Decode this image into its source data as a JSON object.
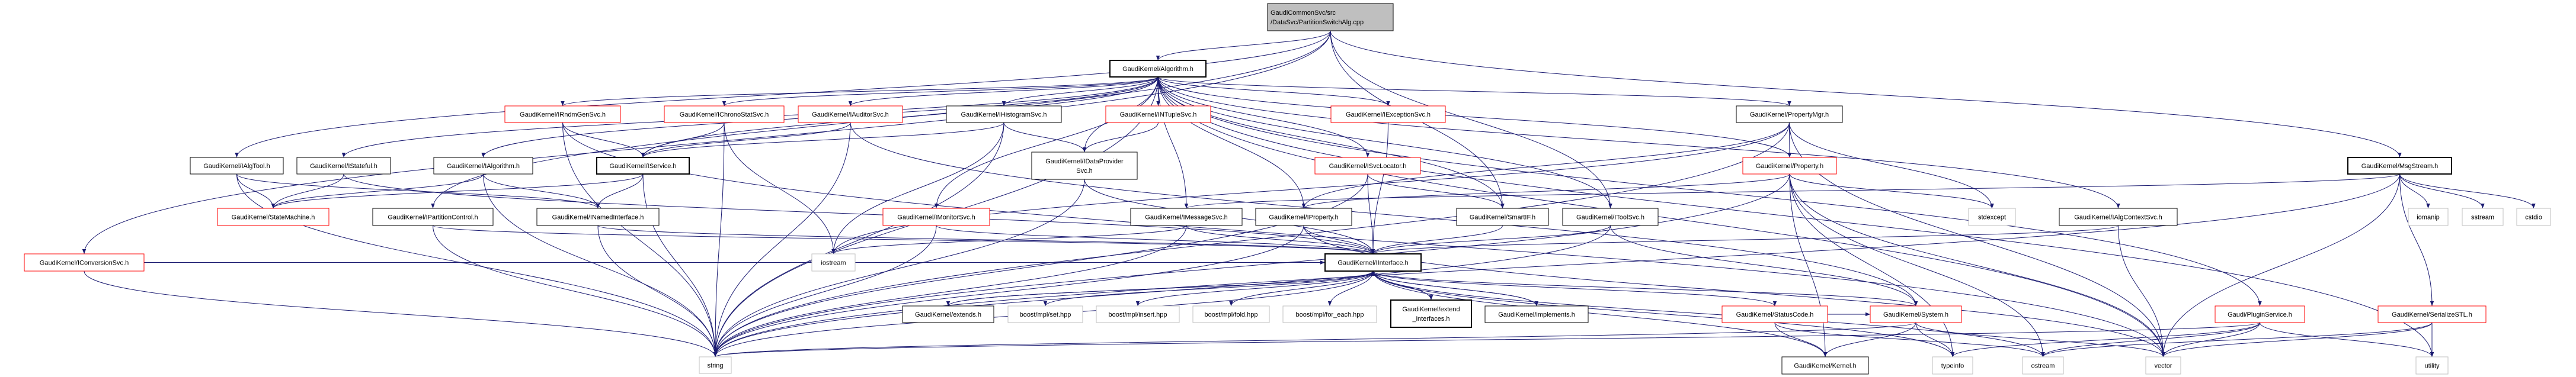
{
  "colors": {
    "edge": "#191970",
    "red_border": "#ff0000",
    "gray_border": "#bfbfbf",
    "root_fill": "#bfbfbf"
  },
  "nodes": [
    {
      "id": "root",
      "style": "root",
      "lines": [
        "GaudiCommonSvc/src",
        "/DataSvc/PartitionSwitchAlg.cpp"
      ]
    },
    {
      "id": "Algorithm",
      "style": "thick",
      "lines": [
        "GaudiKernel/Algorithm.h"
      ]
    },
    {
      "id": "IRndmGenSvc",
      "style": "red",
      "lines": [
        "GaudiKernel/IRndmGenSvc.h"
      ]
    },
    {
      "id": "IChronoStatSvc",
      "style": "red",
      "lines": [
        "GaudiKernel/IChronoStatSvc.h"
      ]
    },
    {
      "id": "IAuditorSvc",
      "style": "red",
      "lines": [
        "GaudiKernel/IAuditorSvc.h"
      ]
    },
    {
      "id": "IHistogramSvc",
      "style": "normal",
      "lines": [
        "GaudiKernel/IHistogramSvc.h"
      ]
    },
    {
      "id": "INTupleSvc",
      "style": "red",
      "lines": [
        "GaudiKernel/INTupleSvc.h"
      ]
    },
    {
      "id": "IExceptionSvc",
      "style": "red",
      "lines": [
        "GaudiKernel/IExceptionSvc.h"
      ]
    },
    {
      "id": "PropertyMgr",
      "style": "normal",
      "lines": [
        "GaudiKernel/PropertyMgr.h"
      ]
    },
    {
      "id": "IAlgTool",
      "style": "normal",
      "lines": [
        "GaudiKernel/IAlgTool.h"
      ]
    },
    {
      "id": "IStateful",
      "style": "normal",
      "lines": [
        "GaudiKernel/IStateful.h"
      ]
    },
    {
      "id": "IAlgorithm",
      "style": "normal",
      "lines": [
        "GaudiKernel/IAlgorithm.h"
      ]
    },
    {
      "id": "IService",
      "style": "thick",
      "lines": [
        "GaudiKernel/IService.h"
      ]
    },
    {
      "id": "IDataProviderSvc",
      "style": "normal",
      "lines": [
        "GaudiKernel/IDataProvider",
        "Svc.h"
      ]
    },
    {
      "id": "ISvcLocator",
      "style": "red",
      "lines": [
        "GaudiKernel/ISvcLocator.h"
      ]
    },
    {
      "id": "Property",
      "style": "red",
      "lines": [
        "GaudiKernel/Property.h"
      ]
    },
    {
      "id": "MsgStream",
      "style": "thick",
      "lines": [
        "GaudiKernel/MsgStream.h"
      ]
    },
    {
      "id": "StateMachine",
      "style": "red",
      "lines": [
        "GaudiKernel/StateMachine.h"
      ]
    },
    {
      "id": "IPartitionControl",
      "style": "normal",
      "lines": [
        "GaudiKernel/IPartitionControl.h"
      ]
    },
    {
      "id": "INamedInterface",
      "style": "normal",
      "lines": [
        "GaudiKernel/INamedInterface.h"
      ]
    },
    {
      "id": "IMonitorSvc",
      "style": "red",
      "lines": [
        "GaudiKernel/IMonitorSvc.h"
      ]
    },
    {
      "id": "IMessageSvc",
      "style": "normal",
      "lines": [
        "GaudiKernel/IMessageSvc.h"
      ]
    },
    {
      "id": "IProperty",
      "style": "normal",
      "lines": [
        "GaudiKernel/IProperty.h"
      ]
    },
    {
      "id": "SmartIF",
      "style": "normal",
      "lines": [
        "GaudiKernel/SmartIF.h"
      ]
    },
    {
      "id": "IToolSvc",
      "style": "normal",
      "lines": [
        "GaudiKernel/IToolSvc.h"
      ]
    },
    {
      "id": "stdexcept",
      "style": "gray",
      "lines": [
        "stdexcept"
      ]
    },
    {
      "id": "IAlgContextSvc",
      "style": "normal",
      "lines": [
        "GaudiKernel/IAlgContextSvc.h"
      ]
    },
    {
      "id": "iomanip",
      "style": "gray",
      "lines": [
        "iomanip"
      ]
    },
    {
      "id": "sstream",
      "style": "gray",
      "lines": [
        "sstream"
      ]
    },
    {
      "id": "cstdio",
      "style": "gray",
      "lines": [
        "cstdio"
      ]
    },
    {
      "id": "IConversionSvc",
      "style": "red",
      "lines": [
        "GaudiKernel/IConversionSvc.h"
      ]
    },
    {
      "id": "iostream",
      "style": "gray",
      "lines": [
        "iostream"
      ]
    },
    {
      "id": "IInterface",
      "style": "thick",
      "lines": [
        "GaudiKernel/IInterface.h"
      ]
    },
    {
      "id": "extends",
      "style": "normal",
      "lines": [
        "GaudiKernel/extends.h"
      ]
    },
    {
      "id": "mpl_set",
      "style": "gray",
      "lines": [
        "boost/mpl/set.hpp"
      ]
    },
    {
      "id": "mpl_insert",
      "style": "gray",
      "lines": [
        "boost/mpl/insert.hpp"
      ]
    },
    {
      "id": "mpl_fold",
      "style": "gray",
      "lines": [
        "boost/mpl/fold.hpp"
      ]
    },
    {
      "id": "mpl_for_each",
      "style": "gray",
      "lines": [
        "boost/mpl/for_each.hpp"
      ]
    },
    {
      "id": "extend_interfaces",
      "style": "thick",
      "lines": [
        "GaudiKernel/extend",
        "_interfaces.h"
      ]
    },
    {
      "id": "implements",
      "style": "normal",
      "lines": [
        "GaudiKernel/implements.h"
      ]
    },
    {
      "id": "StatusCode",
      "style": "red",
      "lines": [
        "GaudiKernel/StatusCode.h"
      ]
    },
    {
      "id": "System",
      "style": "red",
      "lines": [
        "GaudiKernel/System.h"
      ]
    },
    {
      "id": "PluginService",
      "style": "red",
      "lines": [
        "Gaudi/PluginService.h"
      ]
    },
    {
      "id": "SerializeSTL",
      "style": "red",
      "lines": [
        "GaudiKernel/SerializeSTL.h"
      ]
    },
    {
      "id": "string",
      "style": "gray",
      "lines": [
        "string"
      ]
    },
    {
      "id": "Kernel",
      "style": "normal",
      "lines": [
        "GaudiKernel/Kernel.h"
      ]
    },
    {
      "id": "typeinfo",
      "style": "gray",
      "lines": [
        "typeinfo"
      ]
    },
    {
      "id": "ostream",
      "style": "gray",
      "lines": [
        "ostream"
      ]
    },
    {
      "id": "vector",
      "style": "gray",
      "lines": [
        "vector"
      ]
    },
    {
      "id": "utility",
      "style": "gray",
      "lines": [
        "utility"
      ]
    }
  ],
  "edges": [
    [
      "root",
      "Algorithm"
    ],
    [
      "root",
      "IAlgTool"
    ],
    [
      "root",
      "IConversionSvc"
    ],
    [
      "root",
      "IPartitionControl"
    ],
    [
      "root",
      "MsgStream"
    ],
    [
      "root",
      "SmartIF"
    ],
    [
      "root",
      "IToolSvc"
    ],
    [
      "Algorithm",
      "IRndmGenSvc"
    ],
    [
      "Algorithm",
      "IChronoStatSvc"
    ],
    [
      "Algorithm",
      "IAuditorSvc"
    ],
    [
      "Algorithm",
      "IHistogramSvc"
    ],
    [
      "Algorithm",
      "INTupleSvc"
    ],
    [
      "Algorithm",
      "IExceptionSvc"
    ],
    [
      "Algorithm",
      "PropertyMgr"
    ],
    [
      "Algorithm",
      "IStateful"
    ],
    [
      "Algorithm",
      "IAlgorithm"
    ],
    [
      "Algorithm",
      "IService"
    ],
    [
      "Algorithm",
      "IDataProviderSvc"
    ],
    [
      "Algorithm",
      "ISvcLocator"
    ],
    [
      "Algorithm",
      "Property"
    ],
    [
      "Algorithm",
      "IMonitorSvc"
    ],
    [
      "Algorithm",
      "IMessageSvc"
    ],
    [
      "Algorithm",
      "IProperty"
    ],
    [
      "Algorithm",
      "SmartIF"
    ],
    [
      "Algorithm",
      "IToolSvc"
    ],
    [
      "Algorithm",
      "IAlgContextSvc"
    ],
    [
      "Algorithm",
      "PluginService"
    ],
    [
      "Algorithm",
      "string"
    ],
    [
      "Algorithm",
      "vector"
    ],
    [
      "Algorithm",
      "utility"
    ],
    [
      "IAlgTool",
      "INamedInterface"
    ],
    [
      "IAlgTool",
      "StateMachine"
    ],
    [
      "IAlgTool",
      "string"
    ],
    [
      "IStateful",
      "StateMachine"
    ],
    [
      "IStateful",
      "IInterface"
    ],
    [
      "IAlgorithm",
      "INamedInterface"
    ],
    [
      "IAlgorithm",
      "StateMachine"
    ],
    [
      "IAlgorithm",
      "string"
    ],
    [
      "IService",
      "INamedInterface"
    ],
    [
      "IService",
      "StateMachine"
    ],
    [
      "IService",
      "string"
    ],
    [
      "IRndmGenSvc",
      "IService"
    ],
    [
      "IRndmGenSvc",
      "string"
    ],
    [
      "IRndmGenSvc",
      "vector"
    ],
    [
      "IChronoStatSvc",
      "IService"
    ],
    [
      "IChronoStatSvc",
      "string"
    ],
    [
      "IChronoStatSvc",
      "iostream"
    ],
    [
      "IAuditorSvc",
      "IService"
    ],
    [
      "IAuditorSvc",
      "string"
    ],
    [
      "IAuditorSvc",
      "System"
    ],
    [
      "IHistogramSvc",
      "IService"
    ],
    [
      "IHistogramSvc",
      "IDataProviderSvc"
    ],
    [
      "IHistogramSvc",
      "string"
    ],
    [
      "IHistogramSvc",
      "iostream"
    ],
    [
      "INTupleSvc",
      "IDataProviderSvc"
    ],
    [
      "IDataProviderSvc",
      "IInterface"
    ],
    [
      "IDataProviderSvc",
      "string"
    ],
    [
      "IExceptionSvc",
      "IInterface"
    ],
    [
      "PropertyMgr",
      "Property"
    ],
    [
      "PropertyMgr",
      "IProperty"
    ],
    [
      "PropertyMgr",
      "iostream"
    ],
    [
      "PropertyMgr",
      "stdexcept"
    ],
    [
      "PropertyMgr",
      "vector"
    ],
    [
      "PropertyMgr",
      "string"
    ],
    [
      "ISvcLocator",
      "IInterface"
    ],
    [
      "ISvcLocator",
      "SmartIF"
    ],
    [
      "ISvcLocator",
      "string"
    ],
    [
      "Property",
      "IProperty"
    ],
    [
      "Property",
      "stdexcept"
    ],
    [
      "Property",
      "string"
    ],
    [
      "Property",
      "typeinfo"
    ],
    [
      "Property",
      "Kernel"
    ],
    [
      "Property",
      "vector"
    ],
    [
      "Property",
      "ostream"
    ],
    [
      "MsgStream",
      "IMessageSvc"
    ],
    [
      "MsgStream",
      "SerializeSTL"
    ],
    [
      "MsgStream",
      "iomanip"
    ],
    [
      "MsgStream",
      "sstream"
    ],
    [
      "MsgStream",
      "cstdio"
    ],
    [
      "MsgStream",
      "vector"
    ],
    [
      "MsgStream",
      "string"
    ],
    [
      "IConversionSvc",
      "IInterface"
    ],
    [
      "IConversionSvc",
      "string"
    ],
    [
      "IPartitionControl",
      "IInterface"
    ],
    [
      "IPartitionControl",
      "string"
    ],
    [
      "INamedInterface",
      "IInterface"
    ],
    [
      "INamedInterface",
      "string"
    ],
    [
      "IMonitorSvc",
      "IInterface"
    ],
    [
      "IMonitorSvc",
      "string"
    ],
    [
      "IMessageSvc",
      "IInterface"
    ],
    [
      "IMessageSvc",
      "string"
    ],
    [
      "IMessageSvc",
      "iostream"
    ],
    [
      "IProperty",
      "IInterface"
    ],
    [
      "IProperty",
      "string"
    ],
    [
      "IProperty",
      "vector"
    ],
    [
      "SmartIF",
      "IInterface"
    ],
    [
      "IToolSvc",
      "IInterface"
    ],
    [
      "IToolSvc",
      "System"
    ],
    [
      "IToolSvc",
      "string"
    ],
    [
      "IAlgContextSvc",
      "IInterface"
    ],
    [
      "IAlgContextSvc",
      "vector"
    ],
    [
      "IInterface",
      "extends"
    ],
    [
      "IInterface",
      "mpl_set"
    ],
    [
      "IInterface",
      "mpl_insert"
    ],
    [
      "IInterface",
      "mpl_fold"
    ],
    [
      "IInterface",
      "mpl_for_each"
    ],
    [
      "IInterface",
      "extend_interfaces"
    ],
    [
      "IInterface",
      "implements"
    ],
    [
      "IInterface",
      "StatusCode"
    ],
    [
      "IInterface",
      "System"
    ],
    [
      "IInterface",
      "Kernel"
    ],
    [
      "IInterface",
      "typeinfo"
    ],
    [
      "IInterface",
      "ostream"
    ],
    [
      "IInterface",
      "string"
    ],
    [
      "extends",
      "IInterface"
    ],
    [
      "extend_interfaces",
      "IInterface"
    ],
    [
      "implements",
      "IInterface"
    ],
    [
      "StatusCode",
      "Kernel"
    ],
    [
      "StatusCode",
      "System"
    ],
    [
      "StatusCode",
      "ostream"
    ],
    [
      "System",
      "Kernel"
    ],
    [
      "System",
      "string"
    ],
    [
      "System",
      "typeinfo"
    ],
    [
      "System",
      "vector"
    ],
    [
      "PluginService",
      "string"
    ],
    [
      "PluginService",
      "typeinfo"
    ],
    [
      "PluginService",
      "utility"
    ],
    [
      "PluginService",
      "vector"
    ],
    [
      "PluginService",
      "ostream"
    ],
    [
      "SerializeSTL",
      "utility"
    ],
    [
      "SerializeSTL",
      "vector"
    ],
    [
      "SerializeSTL",
      "ostream"
    ]
  ]
}
